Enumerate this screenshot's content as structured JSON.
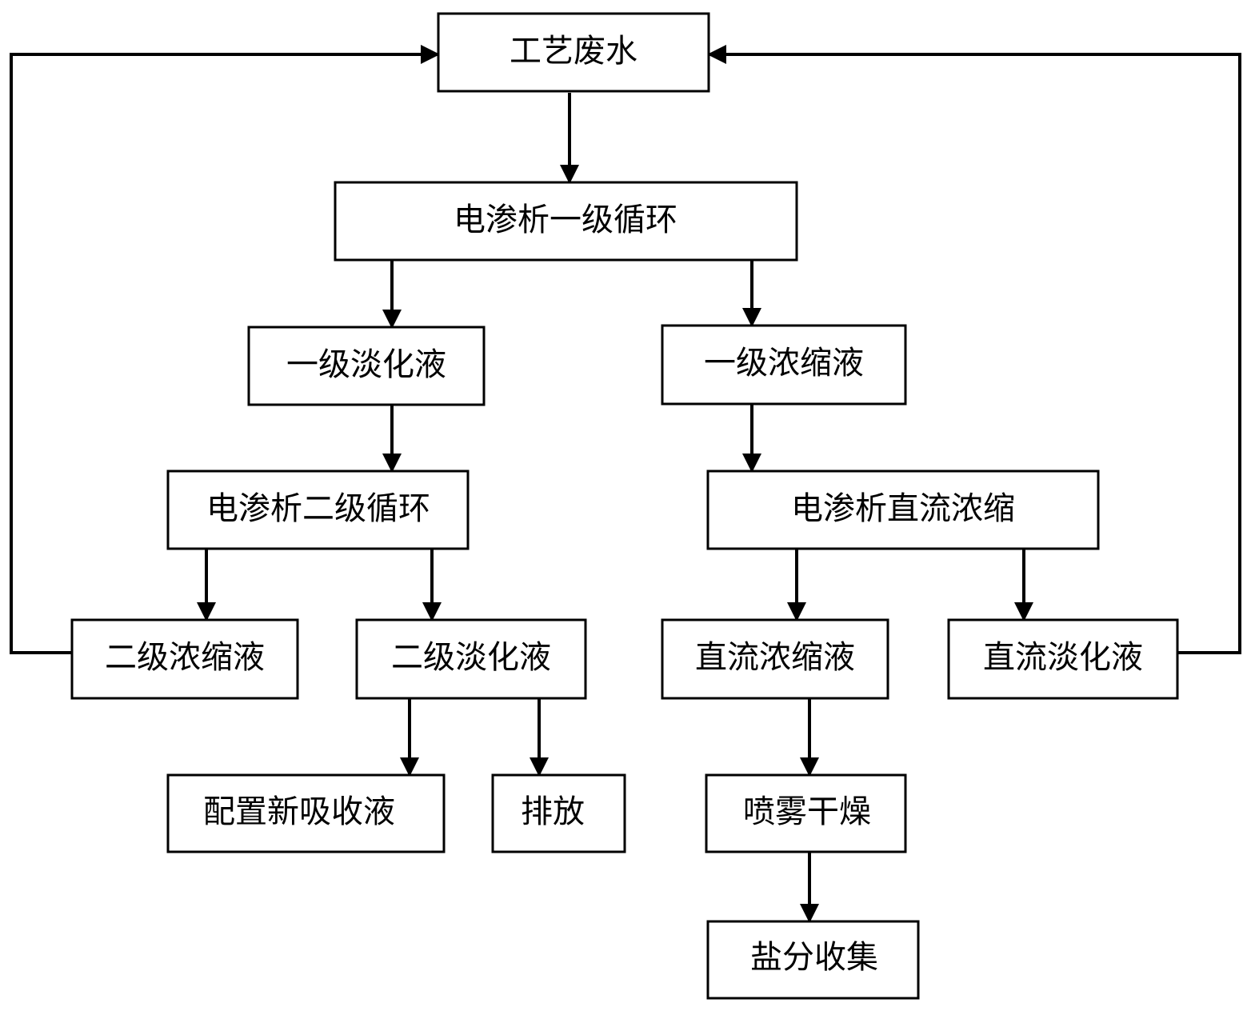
{
  "nodes": {
    "process_wastewater": "工艺废水",
    "ed_stage1_cycle": "电渗析一级循环",
    "stage1_diluate": "一级淡化液",
    "stage1_concentrate": "一级浓缩液",
    "ed_stage2_cycle": "电渗析二级循环",
    "ed_dc_concentration": "电渗析直流浓缩",
    "stage2_concentrate": "二级浓缩液",
    "stage2_diluate": "二级淡化液",
    "dc_concentrate": "直流浓缩液",
    "dc_diluate": "直流淡化液",
    "prepare_absorbent": "配置新吸收液",
    "discharge": "排放",
    "spray_drying": "喷雾干燥",
    "salt_collection": "盐分收集"
  },
  "colors": {
    "stroke": "#000000",
    "background": "#ffffff"
  }
}
